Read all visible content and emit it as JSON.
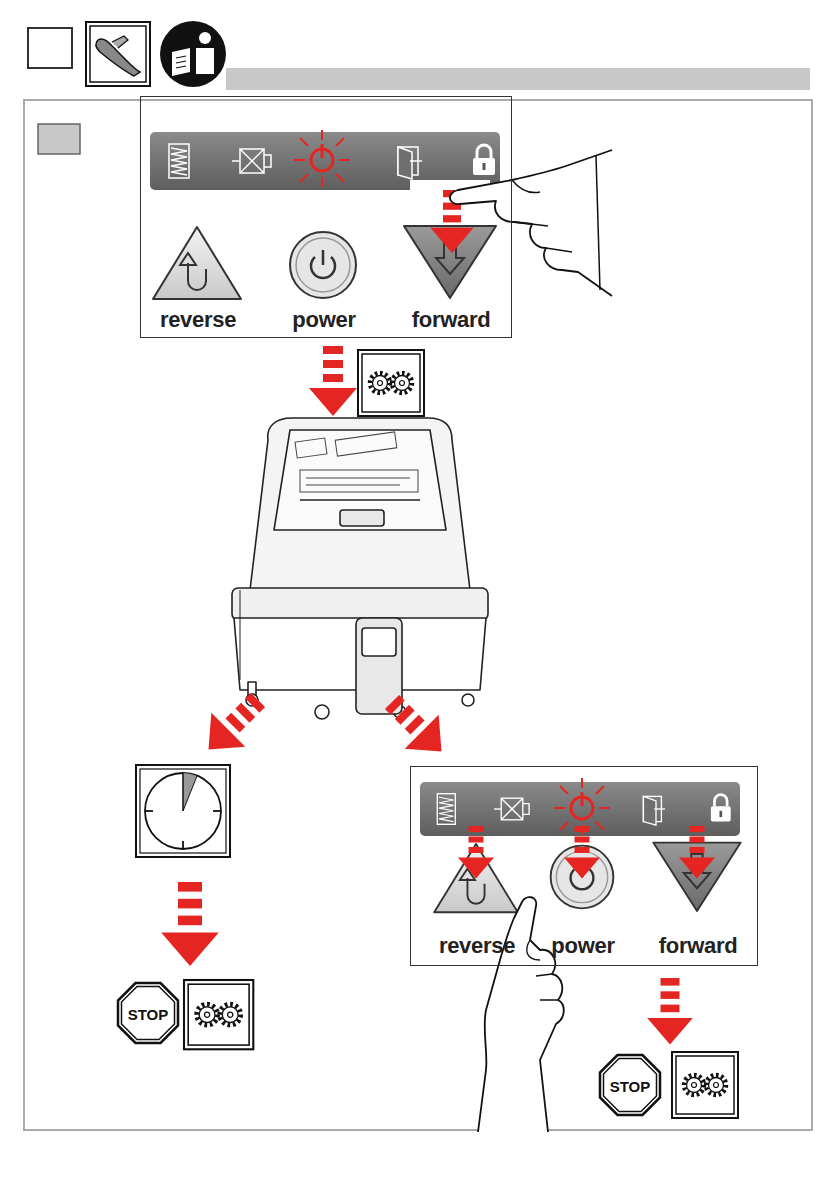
{
  "diagram": {
    "nodes": [
      {
        "text": [
          "reverse",
          "power",
          "forward"
        ]
      },
      {
        "text": [
          "reverse",
          "power",
          "forward"
        ]
      }
    ],
    "labels": [
      "STOP",
      "STOP"
    ]
  }
}
